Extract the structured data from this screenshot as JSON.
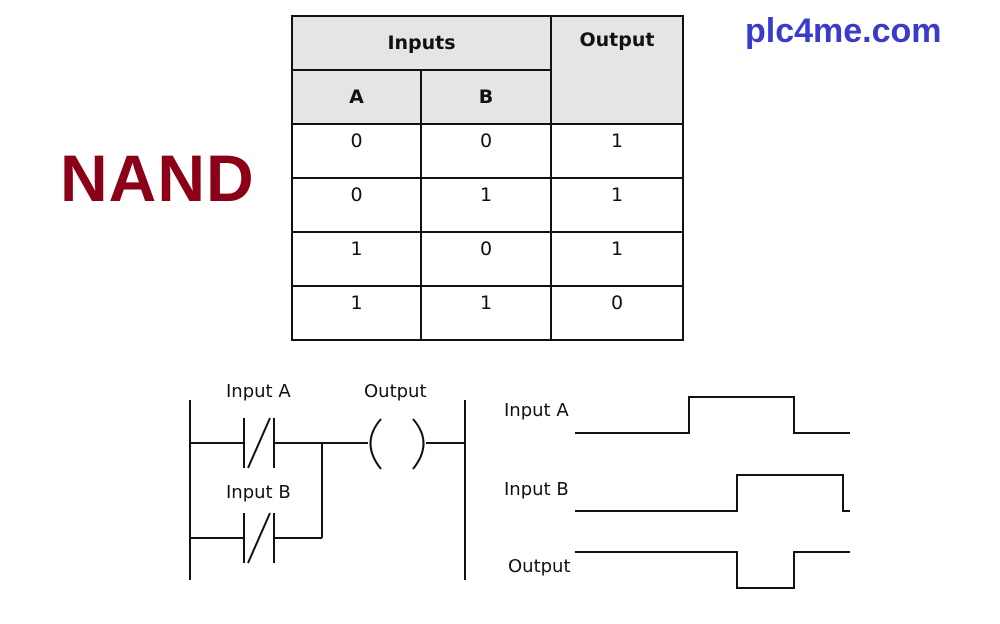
{
  "title": "NAND",
  "brand": "plc4me.com",
  "truth_table": {
    "header_inputs": "Inputs",
    "header_output": "Output",
    "col_a": "A",
    "col_b": "B",
    "rows": [
      [
        "0",
        "0",
        "1"
      ],
      [
        "0",
        "1",
        "1"
      ],
      [
        "1",
        "0",
        "1"
      ],
      [
        "1",
        "1",
        "0"
      ]
    ]
  },
  "ladder": {
    "label_input_a": "Input A",
    "label_input_b": "Input B",
    "label_output": "Output"
  },
  "timing": {
    "label_input_a": "Input A",
    "label_input_b": "Input B",
    "label_output": "Output",
    "signals": {
      "input_a": [
        0,
        0,
        1,
        1,
        0,
        0
      ],
      "input_b": [
        0,
        0,
        0,
        1,
        1,
        0
      ],
      "output": [
        1,
        1,
        1,
        0,
        1,
        1
      ]
    }
  }
}
